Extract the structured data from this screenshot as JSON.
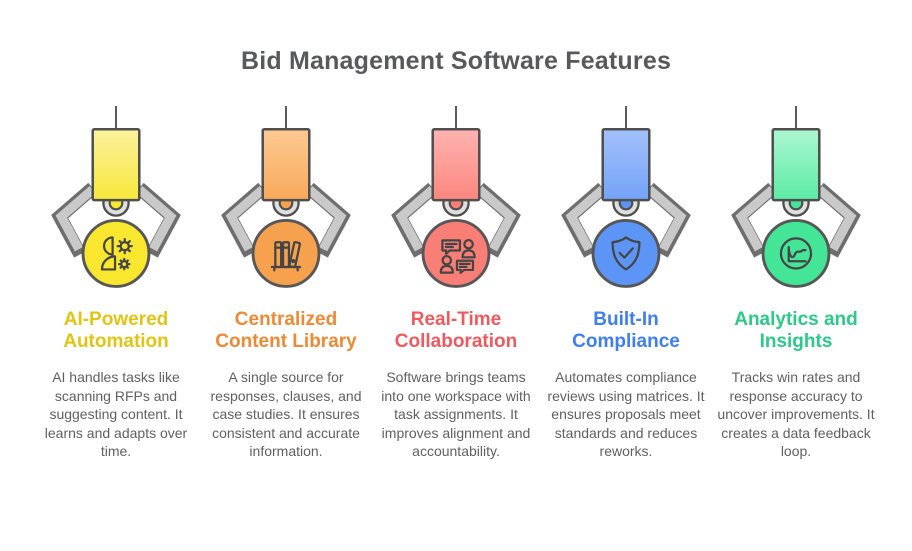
{
  "page": {
    "title": "Bid Management Software Features",
    "title_color": "#58595B",
    "background_color": "#FFFFFF"
  },
  "claw": {
    "cable_color": "#555555",
    "arm_fill": "#C9C9C9",
    "arm_outline": "#6E6E6E",
    "outline_color": "#4F4F4F",
    "pulley_ring_color": "#DFDFDF",
    "icon_stroke": "#454545"
  },
  "features": [
    {
      "id": "ai-powered-automation",
      "title": "AI-Powered Automation",
      "description": "AI handles tasks like scanning RFPs and suggesting content. It learns and adapts over time.",
      "icon": "person-gears-icon",
      "colors": {
        "block_top": "#FBF29E",
        "block_bottom": "#F8E73A",
        "circle": "#F8E72E",
        "title": "#E2C514"
      }
    },
    {
      "id": "centralized-content-library",
      "title": "Centralized Content Library",
      "description": "A single source for responses, clauses, and case studies. It ensures consistent and accurate information.",
      "icon": "book-shelf-icon",
      "colors": {
        "block_top": "#FCCA92",
        "block_bottom": "#F9A95A",
        "circle": "#F6A14E",
        "title": "#ED8A33"
      }
    },
    {
      "id": "real-time-collaboration",
      "title": "Real-Time Collaboration",
      "description": "Software brings teams into one workspace with task assignments. It improves alignment and accountability.",
      "icon": "chat-people-icon",
      "colors": {
        "block_top": "#FEB3B0",
        "block_bottom": "#FB867F",
        "circle": "#F97F76",
        "title": "#EE5A5E"
      }
    },
    {
      "id": "built-in-compliance",
      "title": "Built-In Compliance",
      "description": "Automates compliance reviews using matrices. It ensures proposals meet standards and reduces reworks.",
      "icon": "shield-check-icon",
      "colors": {
        "block_top": "#A3C0FA",
        "block_bottom": "#74A3F8",
        "circle": "#5D95F7",
        "title": "#3D7FF0"
      }
    },
    {
      "id": "analytics-and-insights",
      "title": "Analytics and Insights",
      "description": "Tracks win rates and response accuracy to uncover improvements. It creates a data feedback loop.",
      "icon": "line-chart-icon",
      "colors": {
        "block_top": "#ACF7D0",
        "block_bottom": "#5BEBA4",
        "circle": "#44E597",
        "title": "#2BC98A"
      }
    }
  ]
}
